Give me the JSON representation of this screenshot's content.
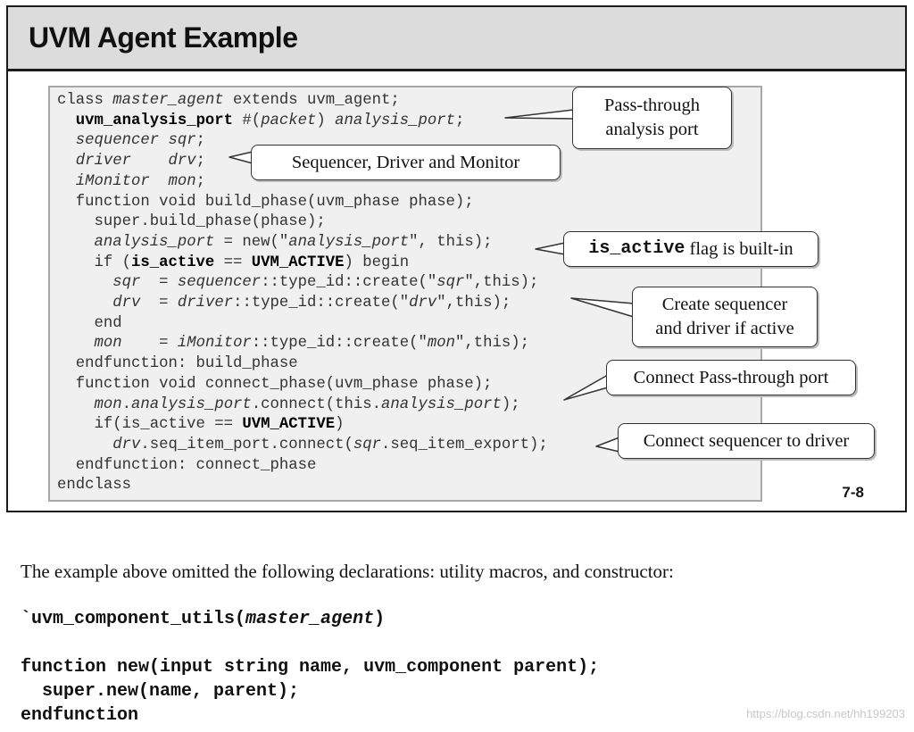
{
  "slide": {
    "title": "UVM Agent Example",
    "slide_number": "7-8",
    "code_lines": [
      [
        {
          "t": "class "
        },
        {
          "t": "master_agent",
          "s": "i"
        },
        {
          "t": " extends uvm_agent;"
        }
      ],
      [
        {
          "t": "  "
        },
        {
          "t": "uvm_analysis_port",
          "s": "b"
        },
        {
          "t": " #("
        },
        {
          "t": "packet",
          "s": "i"
        },
        {
          "t": ") "
        },
        {
          "t": "analysis_port",
          "s": "i"
        },
        {
          "t": ";"
        }
      ],
      [
        {
          "t": "  "
        },
        {
          "t": "sequencer sqr",
          "s": "i"
        },
        {
          "t": ";"
        }
      ],
      [
        {
          "t": "  "
        },
        {
          "t": "driver    drv",
          "s": "i"
        },
        {
          "t": ";"
        }
      ],
      [
        {
          "t": "  "
        },
        {
          "t": "iMonitor  mon",
          "s": "i"
        },
        {
          "t": ";"
        }
      ],
      [
        {
          "t": "  function void build_phase(uvm_phase phase);"
        }
      ],
      [
        {
          "t": "    super.build_phase(phase);"
        }
      ],
      [
        {
          "t": "    "
        },
        {
          "t": "analysis_port",
          "s": "i"
        },
        {
          "t": " = new(\""
        },
        {
          "t": "analysis_port",
          "s": "i"
        },
        {
          "t": "\", this);"
        }
      ],
      [
        {
          "t": "    if ("
        },
        {
          "t": "is_active",
          "s": "b"
        },
        {
          "t": " == "
        },
        {
          "t": "UVM_ACTIVE",
          "s": "b"
        },
        {
          "t": ") begin"
        }
      ],
      [
        {
          "t": "      "
        },
        {
          "t": "sqr",
          "s": "i"
        },
        {
          "t": "  = "
        },
        {
          "t": "sequencer",
          "s": "i"
        },
        {
          "t": "::type_id::create(\""
        },
        {
          "t": "sqr",
          "s": "i"
        },
        {
          "t": "\",this);"
        }
      ],
      [
        {
          "t": "      "
        },
        {
          "t": "drv",
          "s": "i"
        },
        {
          "t": "  = "
        },
        {
          "t": "driver",
          "s": "i"
        },
        {
          "t": "::type_id::create(\""
        },
        {
          "t": "drv",
          "s": "i"
        },
        {
          "t": "\",this);"
        }
      ],
      [
        {
          "t": "    end"
        }
      ],
      [
        {
          "t": "    "
        },
        {
          "t": "mon",
          "s": "i"
        },
        {
          "t": "    = "
        },
        {
          "t": "iMonitor",
          "s": "i"
        },
        {
          "t": "::type_id::create(\""
        },
        {
          "t": "mon",
          "s": "i"
        },
        {
          "t": "\",this);"
        }
      ],
      [
        {
          "t": "  endfunction: build_phase"
        }
      ],
      [
        {
          "t": "  function void connect_phase(uvm_phase phase);"
        }
      ],
      [
        {
          "t": "    "
        },
        {
          "t": "mon",
          "s": "i"
        },
        {
          "t": "."
        },
        {
          "t": "analysis_port",
          "s": "i"
        },
        {
          "t": ".connect(this."
        },
        {
          "t": "analysis_port",
          "s": "i"
        },
        {
          "t": ");"
        }
      ],
      [
        {
          "t": "    if(is_active == "
        },
        {
          "t": "UVM_ACTIVE",
          "s": "b"
        },
        {
          "t": ")"
        }
      ],
      [
        {
          "t": "      "
        },
        {
          "t": "drv",
          "s": "i"
        },
        {
          "t": ".seq_item_port.connect("
        },
        {
          "t": "sqr",
          "s": "i"
        },
        {
          "t": ".seq_item_export);"
        }
      ],
      [
        {
          "t": "  endfunction: connect_phase"
        }
      ],
      [
        {
          "t": "endclass"
        }
      ]
    ],
    "callouts": {
      "passthrough_line1": "Pass-through",
      "passthrough_line2": "analysis port",
      "components": "Sequencer, Driver and Monitor",
      "is_active_code": "is_active",
      "is_active_rest": " flag is built-in",
      "create_line1": "Create sequencer",
      "create_line2": "and driver if active",
      "connect_port": "Connect Pass-through port",
      "connect_seq": "Connect sequencer to driver"
    }
  },
  "note": "The example above omitted the following declarations: utility macros, and constructor:",
  "extra_code_lines": [
    [
      {
        "t": "`uvm_component_utils("
      },
      {
        "t": "master_agent",
        "s": "i"
      },
      {
        "t": ")"
      }
    ],
    [
      {
        "t": ""
      }
    ],
    [
      {
        "t": "function new(input string name, uvm_component parent);"
      }
    ],
    [
      {
        "t": "  super.new(name, parent);"
      }
    ],
    [
      {
        "t": "endfunction"
      }
    ]
  ],
  "watermark": "https://blog.csdn.net/hh199203"
}
